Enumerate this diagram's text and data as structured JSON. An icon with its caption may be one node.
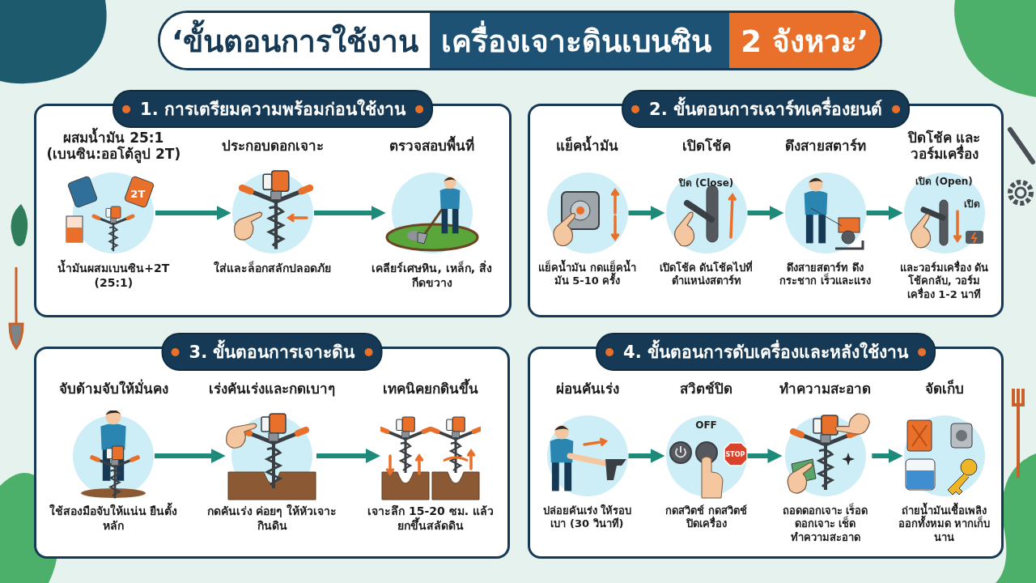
{
  "diagram": {
    "nodes": [
      {
        "text": [
          "‘ขั้นตอนการใช้งาน",
          "เครื่องเจาะดินเบนซิน",
          "2 จังหวะ’"
        ]
      },
      {
        "text": [
          "1. การเตรียมความพร้อมก่อนใช้งาน"
        ]
      },
      {
        "text": [
          "ผสมน้ำมัน 25:1 (เบนซิน:ออโต้ลูป 2T)",
          "น้ำมันผสมเบนซิน+2T (25:1)"
        ],
        "in": 1
      },
      {
        "text": [
          "ประกอบดอกเจาะ",
          "ใส่และล็อกสลักปลอดภัย"
        ],
        "in": 1
      },
      {
        "text": [
          "ตรวจสอบพื้นที่",
          "เคลียร์เศษหิน, เหล็ก, สิ่งกีดขวาง"
        ],
        "in": 1
      },
      {
        "text": [
          "2. ขั้นตอนการเฉาร์ทเครื่องยนต์"
        ]
      },
      {
        "text": [
          "แย็คน้ำมัน",
          "แย็คน้ำมัน กดแย็คน้ำมัน 5-10 ครั้ง"
        ],
        "in": 5
      },
      {
        "text": [
          "เปิดโช้ค",
          "เปิดโช้ค ดันโช้คไปที่ ตำแหน่งสตาร์ท"
        ],
        "in": 5
      },
      {
        "text": [
          "ดึงสายสตาร์ท",
          "ดึงสายสตาร์ท ดึงกระชาก เร็วและแรง"
        ],
        "in": 5
      },
      {
        "text": [
          "ปิดโช้ค และวอร์มเครื่อง",
          "และวอร์มเครื่อง ดันโช้คกลับ, วอร์มเครื่อง 1-2 นาที"
        ],
        "in": 5
      },
      {
        "text": [
          "3. ขั้นตอนการเจาะดิน"
        ]
      },
      {
        "text": [
          "จับด้ามจับให้มั่นคง",
          "ใช้สองมือจับให้แน่น ยืนตั้งหลัก"
        ],
        "in": 10
      },
      {
        "text": [
          "เร่งคันเร่งและกดเบาๆ",
          "กดคันเร่ง ค่อยๆ ให้หัวเจาะกินดิน"
        ],
        "in": 10
      },
      {
        "text": [
          "เทคนิคยกดินขึ้น",
          "เจาะลึก 15-20 ซม. แล้วยกขึ้นสลัดดิน"
        ],
        "in": 10
      },
      {
        "text": [
          "4. ขั้นตอนการดับเครื่องและหลังใช้งาน"
        ]
      },
      {
        "text": [
          "ผ่อนคันเร่ง",
          "ปล่อยคันเร่ง ให้รอบเบา (30 วินาที)"
        ],
        "in": 14
      },
      {
        "text": [
          "สวิตช์ปิด",
          "กดสวิตช์ กดสวิตช์ ปิดเครื่อง"
        ],
        "in": 14
      },
      {
        "text": [
          "ทำความสะอาด",
          "ถอดดอกเจาะ เร็อดดอกเจาะ เช็ดทำความสะอาด"
        ],
        "in": 14
      },
      {
        "text": [
          "จัดเก็บ",
          "ถ่ายน้ำมันเชื้อเพลิง ออกทั้งหมด หากเก็บนาน"
        ],
        "in": 14
      }
    ],
    "edges": [
      {
        "from": 2,
        "to": 3,
        "arrow": "to"
      },
      {
        "from": 3,
        "to": 4,
        "arrow": "to"
      },
      {
        "from": 6,
        "to": 7,
        "arrow": "to"
      },
      {
        "from": 7,
        "to": 8,
        "arrow": "to"
      },
      {
        "from": 8,
        "to": 9,
        "arrow": "to"
      },
      {
        "from": 11,
        "to": 12,
        "arrow": "to"
      },
      {
        "from": 12,
        "to": 13,
        "arrow": "to"
      },
      {
        "from": 15,
        "to": 16,
        "arrow": "to"
      },
      {
        "from": 16,
        "to": 17,
        "arrow": "to"
      },
      {
        "from": 17,
        "to": 18,
        "arrow": "to"
      }
    ],
    "labels": [
      "2T",
      "ปิด (Close)",
      "เปิด (Open)",
      "เปิด",
      "OFF",
      "STOP"
    ]
  }
}
